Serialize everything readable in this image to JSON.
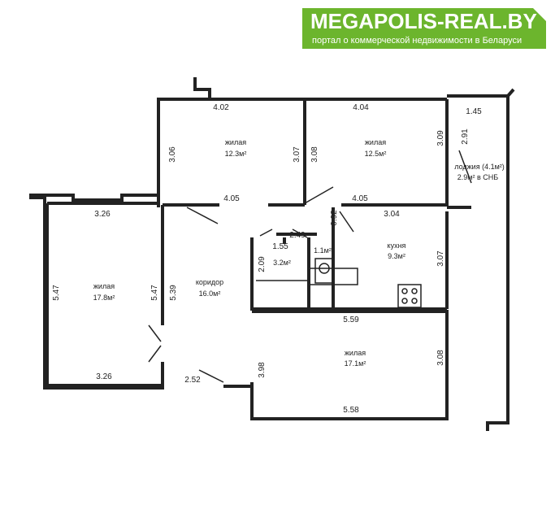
{
  "banner": {
    "title": "MEGAPOLIS-REAL.BY",
    "subtitle": "портал о коммерческой недвижимости в Беларуси",
    "color": "#6cb52d",
    "corner_color": "#f26a21"
  },
  "rooms": [
    {
      "id": "living1",
      "name": "жилая",
      "area": "12.3м²"
    },
    {
      "id": "living2",
      "name": "жилая",
      "area": "12.5м²"
    },
    {
      "id": "loggia",
      "name": "лоджия (4.1м²)",
      "area": "2.9м² в СНБ"
    },
    {
      "id": "living3",
      "name": "жилая",
      "area": "17.8м²"
    },
    {
      "id": "corridor",
      "name": "коридор",
      "area": "16.0м²"
    },
    {
      "id": "bath",
      "name": "",
      "area": "3.2м²"
    },
    {
      "id": "wc",
      "name": "",
      "area": "1.1м²"
    },
    {
      "id": "kitchen",
      "name": "кухня",
      "area": "9.3м²"
    },
    {
      "id": "living4",
      "name": "жилая",
      "area": "17.1м²"
    }
  ],
  "dims": [
    "4.02",
    "4.04",
    "1.45",
    "3.06",
    "3.07",
    "3.08",
    "3.09",
    "2.91",
    "4.05",
    "4.05",
    "3.26",
    "3.04",
    "0.92",
    "2.49",
    "1.55",
    "2.09",
    "3.07",
    "5.47",
    "5.47",
    "5.39",
    "5.59",
    "3.98",
    "3.08",
    "3.26",
    "2.52",
    "5.58"
  ]
}
